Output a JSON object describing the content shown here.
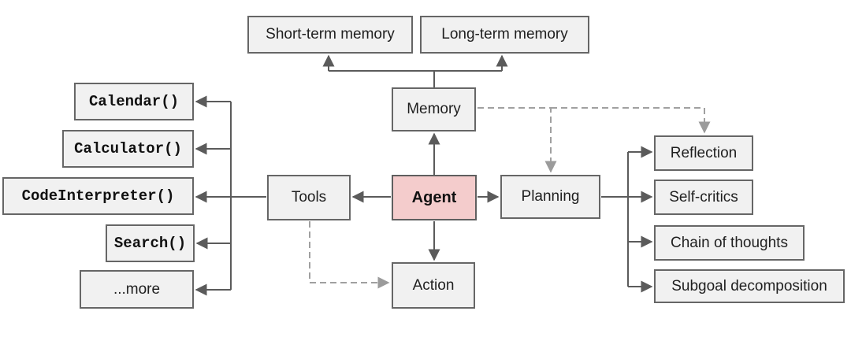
{
  "diagram": {
    "nodes": {
      "short_term_memory": {
        "label": "Short-term memory"
      },
      "long_term_memory": {
        "label": "Long-term memory"
      },
      "memory": {
        "label": "Memory"
      },
      "calendar": {
        "label": "Calendar()"
      },
      "calculator": {
        "label": "Calculator()"
      },
      "code_interpreter": {
        "label": "CodeInterpreter()"
      },
      "search": {
        "label": "Search()"
      },
      "more": {
        "label": "...more"
      },
      "tools": {
        "label": "Tools"
      },
      "agent": {
        "label": "Agent"
      },
      "planning": {
        "label": "Planning"
      },
      "action": {
        "label": "Action"
      },
      "reflection": {
        "label": "Reflection"
      },
      "self_critics": {
        "label": "Self-critics"
      },
      "chain_of_thoughts": {
        "label": "Chain of thoughts"
      },
      "subgoal_decomposition": {
        "label": "Subgoal decomposition"
      }
    },
    "edges": [
      {
        "from": "memory",
        "to": "short_term_memory",
        "style": "solid"
      },
      {
        "from": "memory",
        "to": "long_term_memory",
        "style": "solid"
      },
      {
        "from": "agent",
        "to": "memory",
        "style": "solid"
      },
      {
        "from": "agent",
        "to": "tools",
        "style": "solid"
      },
      {
        "from": "agent",
        "to": "planning",
        "style": "solid"
      },
      {
        "from": "agent",
        "to": "action",
        "style": "solid"
      },
      {
        "from": "tools",
        "to": "calendar",
        "style": "solid"
      },
      {
        "from": "tools",
        "to": "calculator",
        "style": "solid"
      },
      {
        "from": "tools",
        "to": "code_interpreter",
        "style": "solid"
      },
      {
        "from": "tools",
        "to": "search",
        "style": "solid"
      },
      {
        "from": "tools",
        "to": "more",
        "style": "solid"
      },
      {
        "from": "planning",
        "to": "reflection",
        "style": "solid"
      },
      {
        "from": "planning",
        "to": "self_critics",
        "style": "solid"
      },
      {
        "from": "planning",
        "to": "chain_of_thoughts",
        "style": "solid"
      },
      {
        "from": "planning",
        "to": "subgoal_decomposition",
        "style": "solid"
      },
      {
        "from": "memory",
        "to": "planning",
        "style": "dashed"
      },
      {
        "from": "memory",
        "to": "reflection",
        "style": "dashed"
      },
      {
        "from": "tools",
        "to": "action",
        "style": "dashed"
      }
    ],
    "colors": {
      "background": "#ffffff",
      "node_fill": "#f1f1f1",
      "node_border": "#666666",
      "agent_fill": "#f4cccc",
      "solid_connector": "#5b5b5b",
      "dashed_connector": "#a0a0a0"
    }
  }
}
